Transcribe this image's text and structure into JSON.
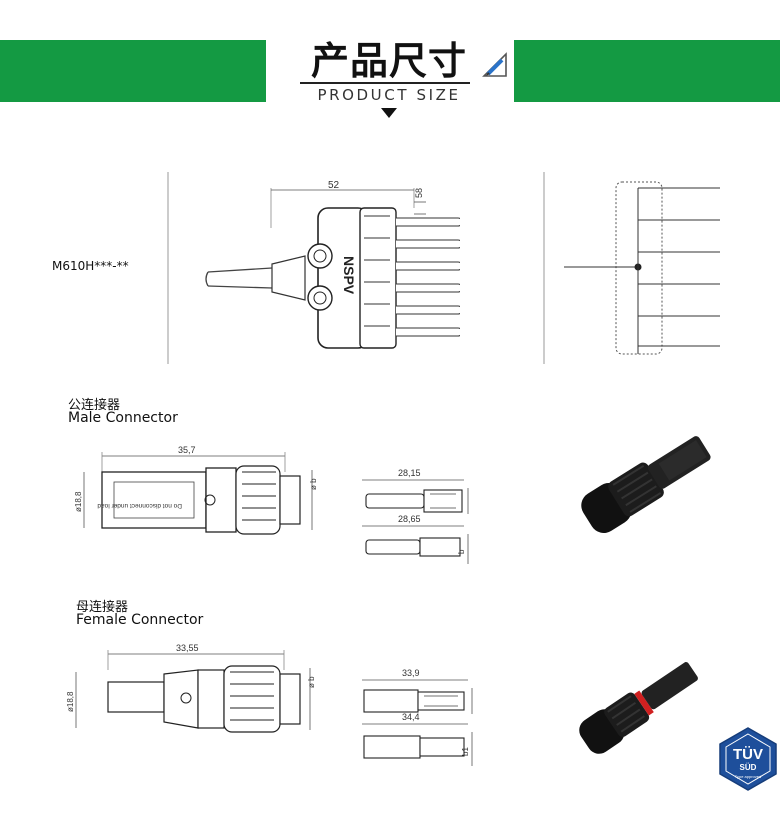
{
  "header": {
    "title_cn": "产品尺寸",
    "title_en": "PRODUCT SIZE",
    "brand_color": "#149a43"
  },
  "model": {
    "name": "M610H***-**"
  },
  "branch_dims": {
    "width": "52",
    "pitch": "58",
    "logo": "NSPV"
  },
  "male": {
    "label_cn": "公连接器",
    "label_en": "Male Connector",
    "length": "35,7",
    "diameter": "ø18,8",
    "side_dim": "ø b",
    "print": "Do not disconnect under load",
    "pin_a_length": "28,15",
    "pin_b_length": "28,65",
    "pin_b_dim": "b"
  },
  "female": {
    "label_cn": "母连接器",
    "label_en": "Female Connector",
    "length": "33,55",
    "diameter": "ø18,8",
    "side_dim": "ø b",
    "socket_a_length": "33,9",
    "socket_b_length": "34,4",
    "socket_b_dim": "b1"
  },
  "badge": {
    "main": "TÜV",
    "sub": "SÜD",
    "small": "Type approved"
  }
}
